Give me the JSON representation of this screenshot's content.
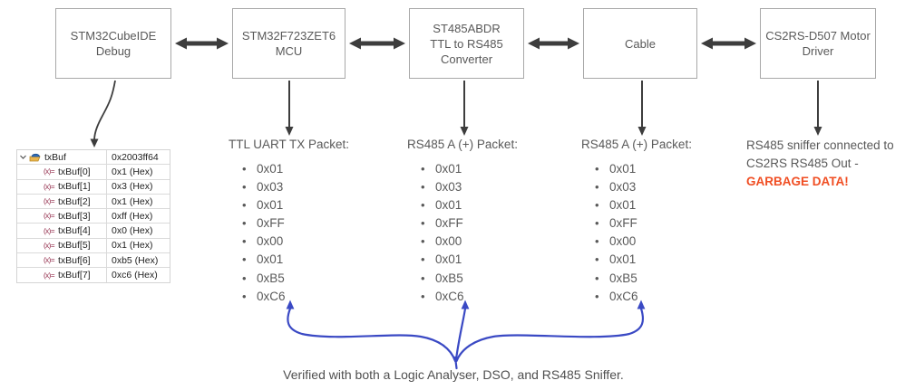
{
  "colors": {
    "accent_blue_arrow": "#3a49c4",
    "garbage_red": "#f04e23",
    "dark_arrow": "#3d3d3d",
    "box_border": "#a8a8a8",
    "body_text_gray": "#595959",
    "folder_icon_blue": "#2f6fbc",
    "folder_icon_yellow": "#e9b44c",
    "variable_icon_maroon": "#902747"
  },
  "boxes": [
    {
      "label": "STM32CubeIDE\nDebug"
    },
    {
      "label": "STM32F723ZET6\nMCU"
    },
    {
      "label": "ST485ABDR\nTTL to RS485\nConverter"
    },
    {
      "label": "Cable"
    },
    {
      "label": "CS2RS-D507 Motor\nDriver"
    }
  ],
  "debug_table": {
    "root": {
      "name": "txBuf",
      "value": "0x2003ff64"
    },
    "rows": [
      {
        "name": "txBuf[0]",
        "value": "0x1 (Hex)"
      },
      {
        "name": "txBuf[1]",
        "value": "0x3 (Hex)"
      },
      {
        "name": "txBuf[2]",
        "value": "0x1 (Hex)"
      },
      {
        "name": "txBuf[3]",
        "value": "0xff (Hex)"
      },
      {
        "name": "txBuf[4]",
        "value": "0x0 (Hex)"
      },
      {
        "name": "txBuf[5]",
        "value": "0x1 (Hex)"
      },
      {
        "name": "txBuf[6]",
        "value": "0xb5 (Hex)"
      },
      {
        "name": "txBuf[7]",
        "value": "0xc6 (Hex)"
      }
    ]
  },
  "packets": [
    {
      "title": "TTL UART TX Packet:",
      "items": [
        "0x01",
        "0x03",
        "0x01",
        "0xFF",
        "0x00",
        "0x01",
        "0xB5",
        "0xC6"
      ]
    },
    {
      "title": "RS485 A (+) Packet:",
      "items": [
        "0x01",
        "0x03",
        "0x01",
        "0xFF",
        "0x00",
        "0x01",
        "0xB5",
        "0xC6"
      ]
    },
    {
      "title": "RS485 A (+) Packet:",
      "items": [
        "0x01",
        "0x03",
        "0x01",
        "0xFF",
        "0x00",
        "0x01",
        "0xB5",
        "0xC6"
      ]
    }
  ],
  "sniffer_note": {
    "normal": "RS485 sniffer connected to CS2RS RS485 Out - ",
    "highlight": "GARBAGE DATA!"
  },
  "footer_note": "Verified with both a Logic Analyser, DSO, and RS485 Sniffer."
}
